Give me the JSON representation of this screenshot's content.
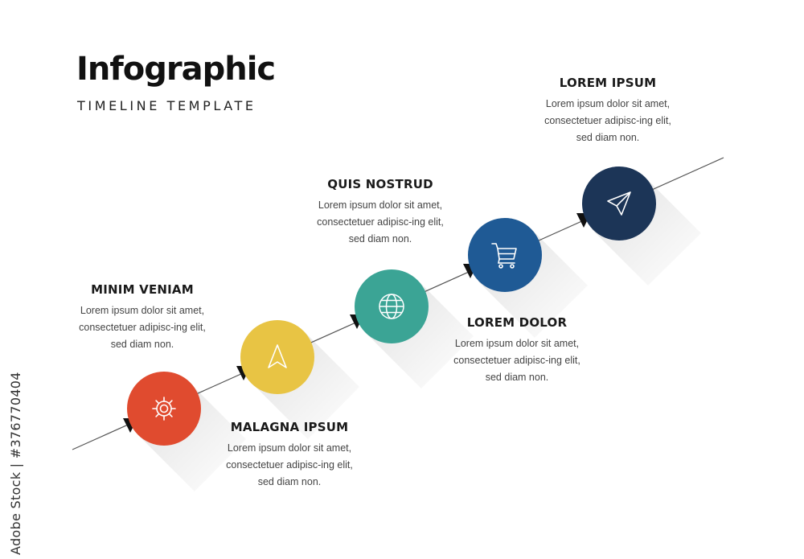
{
  "header": {
    "title": "Infographic",
    "subtitle": "TIMELINE TEMPLATE"
  },
  "steps": [
    {
      "title": "MINIM VENIAM",
      "text": "Lorem ipsum dolor sit amet, consectetuer adipisc-ing elit, sed diam non.",
      "color": "#E04B2F",
      "icon": "gear-icon"
    },
    {
      "title": "MALAGNA IPSUM",
      "text": "Lorem ipsum dolor sit amet, consectetuer adipisc-ing elit, sed diam non.",
      "color": "#E8C444",
      "icon": "navigation-arrow-icon"
    },
    {
      "title": "QUIS NOSTRUD",
      "text": "Lorem ipsum dolor sit amet, consectetuer adipisc-ing elit, sed diam non.",
      "color": "#3BA495",
      "icon": "globe-icon"
    },
    {
      "title": "LOREM DOLOR",
      "text": "Lorem ipsum dolor sit amet, consectetuer adipisc-ing elit, sed diam non.",
      "color": "#1F5A95",
      "icon": "shopping-cart-icon"
    },
    {
      "title": "LOREM IPSUM",
      "text": "Lorem ipsum dolor sit amet, consectetuer adipisc-ing elit, sed diam non.",
      "color": "#1C3557",
      "icon": "paper-plane-icon"
    }
  ],
  "watermark": "Adobe Stock | #376770404"
}
